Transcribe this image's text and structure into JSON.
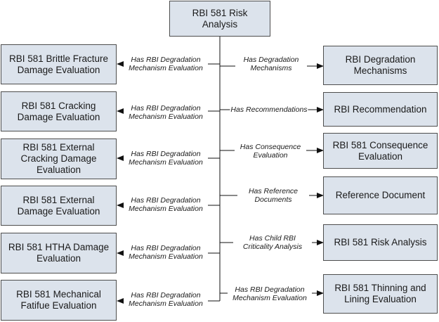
{
  "root": {
    "label": "RBI 581 Risk Analysis"
  },
  "left_nodes": [
    {
      "label": "RBI 581 Brittle Fracture Damage Evaluation",
      "relationship": "Has RBI Degradation Mechanism Evaluation"
    },
    {
      "label": "RBI 581 Cracking Damage Evaluation",
      "relationship": "Has RBI Degradation Mechanism Evaluation"
    },
    {
      "label": "RBI 581 External Cracking Damage Evaluation",
      "relationship": "Has RBI Degradation Mechanism Evaluation"
    },
    {
      "label": "RBI 581 External Damage Evaluation",
      "relationship": "Has RBI Degradation Mechanism Evaluation"
    },
    {
      "label": "RBI 581 HTHA Damage Evaluation",
      "relationship": "Has RBI Degradation Mechanism Evaluation"
    },
    {
      "label": "RBI 581 Mechanical Fatifue Evaluation",
      "relationship": "Has RBI Degradation Mechanism Evaluation"
    }
  ],
  "right_nodes": [
    {
      "label": "RBI Degradation Mechanisms",
      "relationship": "Has Degradation Mechanisms"
    },
    {
      "label": "RBI Recommendation",
      "relationship": "Has Recommendations"
    },
    {
      "label": "RBI 581 Consequence Evaluation",
      "relationship": "Has Consequence Evaluation"
    },
    {
      "label": "Reference Document",
      "relationship": "Has Reference Documents"
    },
    {
      "label": "RBI 581 Risk Analysis",
      "relationship": "Has Child RBI Criticality Analysis"
    },
    {
      "label": "RBI 581 Thinning and Lining Evaluation",
      "relationship": "Has RBI Degradation Mechanism Evaluation"
    }
  ]
}
